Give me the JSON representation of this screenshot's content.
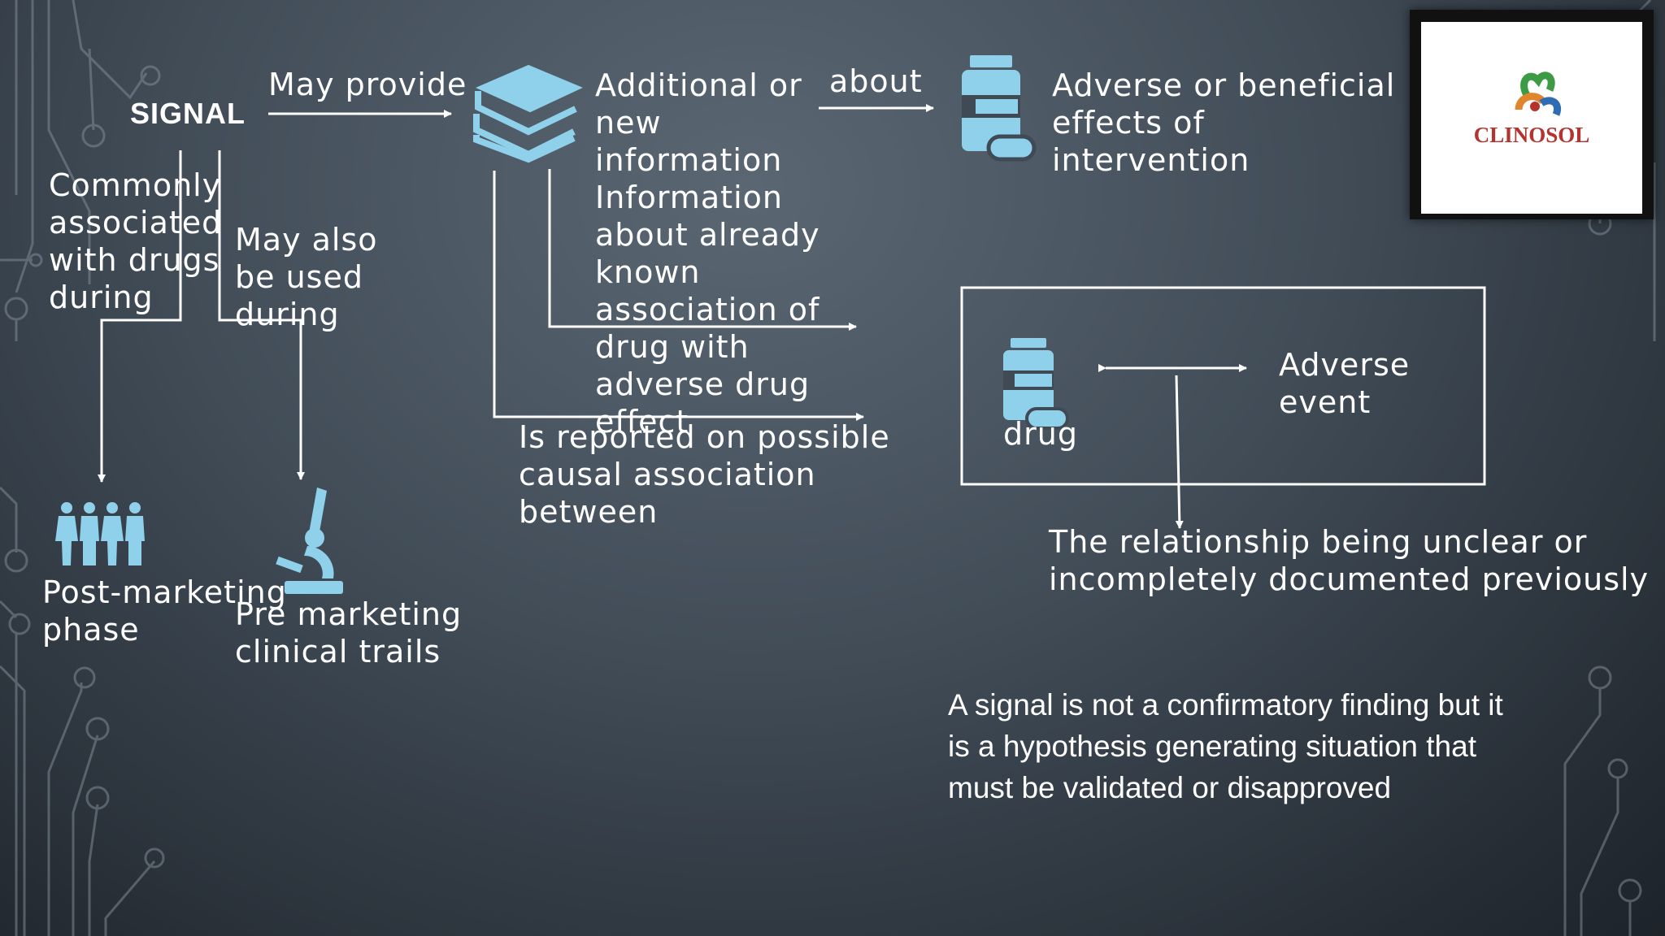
{
  "diagram": {
    "signal": "SIGNAL",
    "may_provide": "May provide",
    "additional_info": "Additional or\nnew\ninformation\nInformation\nabout already\nknown\nassociation of\ndrug with\nadverse drug\neffect",
    "about": "about",
    "adverse_beneficial": "Adverse or beneficial\neffects of\nintervention",
    "commonly_associated": "Commonly\nassociated\nwith drugs\nduring",
    "may_also": "May also\nbe used\nduring",
    "post_marketing": "Post-marketing\nphase",
    "pre_marketing": "Pre marketing\nclinical trails",
    "is_reported": "Is reported on possible\ncausal association\nbetween",
    "drug": "drug",
    "adverse_event": "Adverse\nevent",
    "relationship": "The relationship being unclear or\nincompletely documented previously",
    "hypothesis": "A signal is not a confirmatory finding but it\nis a hypothesis generating situation that\nmust be validated or disapproved"
  },
  "logo": {
    "text": "CLINOSOL"
  },
  "icons": [
    "books-icon",
    "medicine-bottle-icon",
    "people-icon",
    "microscope-icon"
  ],
  "colors": {
    "icon": "#8fd0ea",
    "text": "#ffffff",
    "logo_red": "#b5332e"
  }
}
